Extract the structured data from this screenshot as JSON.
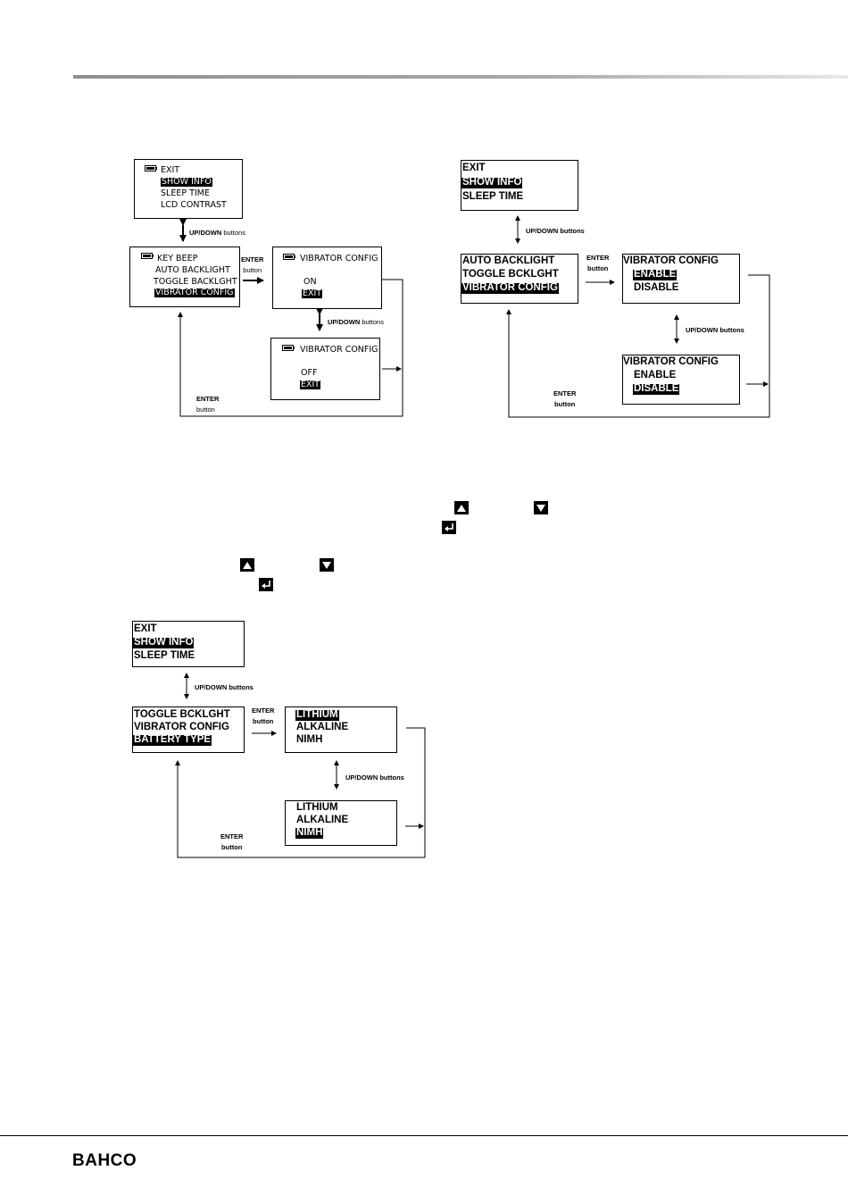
{
  "diagram1": {
    "box_top": [
      "EXIT",
      "SHOW INFO",
      "SLEEP TIME",
      "LCD CONTRAST"
    ],
    "box_mid": [
      "KEY BEEP",
      "AUTO BACKLIGHT",
      "TOGGLE BACKLGHT",
      "VIBRATOR CONFIG"
    ],
    "box_on": {
      "title": "VIBRATOR CONFIG",
      "option": "ON",
      "exit": "EXIT"
    },
    "box_off": {
      "title": "VIBRATOR CONFIG",
      "option": "OFF",
      "exit": "EXIT"
    },
    "updown_label": "UP/DOWN",
    "buttons_word": "buttons",
    "enter_label": "ENTER",
    "button_word": "button"
  },
  "diagram2": {
    "box_top": [
      "EXIT",
      "SHOW INFO",
      "SLEEP TIME"
    ],
    "box_mid": [
      "AUTO BACKLIGHT",
      "TOGGLE BCKLGHT",
      "VIBRATOR CONFIG"
    ],
    "box_enable": {
      "title": "VIBRATOR CONFIG",
      "options": [
        "ENABLE",
        "DISABLE"
      ]
    },
    "box_disable": {
      "title": "VIBRATOR CONFIG",
      "options": [
        "ENABLE",
        "DISABLE"
      ]
    },
    "updown_label": "UP/DOWN buttons",
    "enter_label": "ENTER",
    "button_word": "button"
  },
  "diagram3": {
    "box_top": [
      "EXIT",
      "SHOW INFO",
      "SLEEP TIME"
    ],
    "box_mid": [
      "TOGGLE BCKLGHT",
      "VIBRATOR CONFIG",
      "BATTERY TYPE"
    ],
    "box_lithium": [
      "LITHIUM",
      "ALKALINE",
      "NIMH"
    ],
    "box_nimh": [
      "LITHIUM",
      "ALKALINE",
      "NIMH"
    ],
    "updown_label": "UP/DOWN buttons",
    "enter_label": "ENTER",
    "button_word": "button"
  },
  "icons": [
    "up-triangle-icon",
    "down-triangle-icon",
    "enter-return-icon",
    "battery-icon"
  ],
  "footer": {
    "brand": "BAHCO"
  }
}
